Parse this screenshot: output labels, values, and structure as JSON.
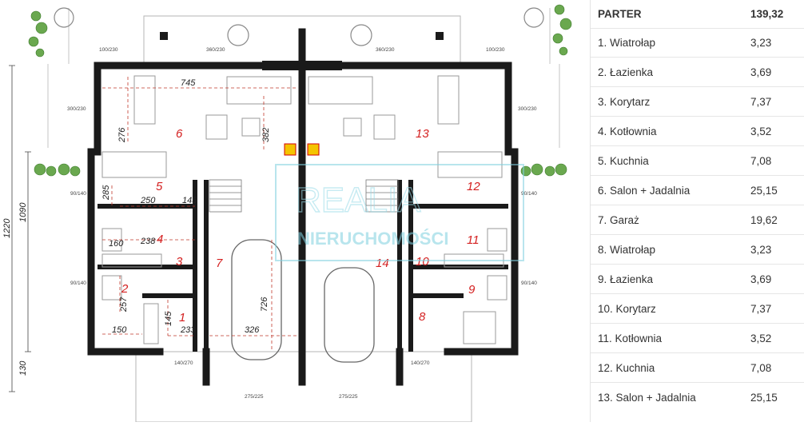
{
  "table": {
    "header": {
      "label": "PARTER",
      "value": "139,32"
    },
    "rows": [
      {
        "label": "1. Wiatrołap",
        "value": "3,23"
      },
      {
        "label": "2. Łazienka",
        "value": "3,69"
      },
      {
        "label": "3. Korytarz",
        "value": "7,37"
      },
      {
        "label": "4. Kotłownia",
        "value": "3,52"
      },
      {
        "label": "5. Kuchnia",
        "value": "7,08"
      },
      {
        "label": "6. Salon + Jadalnia",
        "value": "25,15"
      },
      {
        "label": "7. Garaż",
        "value": "19,62"
      },
      {
        "label": "8. Wiatrołap",
        "value": "3,23"
      },
      {
        "label": "9. Łazienka",
        "value": "3,69"
      },
      {
        "label": "10. Korytarz",
        "value": "7,37"
      },
      {
        "label": "11. Kotłownia",
        "value": "3,52"
      },
      {
        "label": "12. Kuchnia",
        "value": "7,08"
      },
      {
        "label": "13. Salon + Jadalnia",
        "value": "25,15"
      }
    ]
  },
  "plan": {
    "rooms": [
      "1",
      "2",
      "3",
      "4",
      "5",
      "6",
      "7",
      "8",
      "9",
      "10",
      "11",
      "12",
      "13",
      "14"
    ],
    "dimensions": [
      "745",
      "276",
      "382",
      "285",
      "250",
      "145",
      "160",
      "238",
      "257",
      "150",
      "145",
      "233",
      "326",
      "726"
    ],
    "side_dimensions": [
      "1220",
      "1090",
      "130"
    ],
    "openings": [
      "100/230",
      "360/230",
      "360/230",
      "100/230",
      "300/230",
      "300/230",
      "90/140",
      "90/140",
      "90/140",
      "90/140",
      "140/270",
      "140/270",
      "275/225",
      "275/225"
    ],
    "watermark": {
      "main": "REALIA",
      "sub": "NIERUCHOMOŚCI"
    }
  },
  "colors": {
    "wall": "#1a1a1a",
    "room_number": "#d42020",
    "dimension": "#c0392b",
    "watermark": "#7fd0e0",
    "furniture": "#9a9a9a",
    "vegetation": "#6aa84f"
  }
}
